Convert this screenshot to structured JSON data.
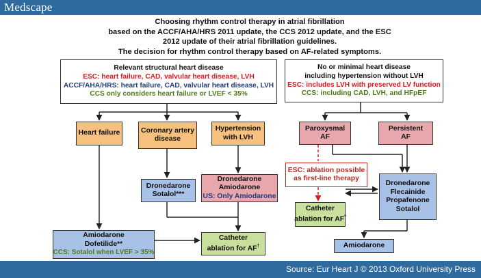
{
  "header": {
    "logo": "Medscape"
  },
  "footer": {
    "source": "Source: Eur Heart J © 2013 Oxford University Press"
  },
  "title": {
    "line1": "Choosing rhythm control therapy in atrial fibrillation",
    "line2": "based on the ACCF/AHA/HRS 2011 update, the CCS 2012 update, and the ESC",
    "line3": "2012 update of their atrial fibrillation guidelines.",
    "line4": "The decision for rhythm control therapy based on AF-related symptoms."
  },
  "left_group": {
    "heading": "Relevant structural heart disease",
    "esc": "ESC:  heart failure, CAD, valvular heart disease, LVH",
    "accf": "ACCF/AHA/HRS:  heart failure, CAD, valvular heart disease, LVH",
    "ccs": "CCS only considers heart failure or LVEF < 35%"
  },
  "right_group": {
    "line1": "No or minimal heart disease",
    "line2": "including hypertension without LVH",
    "esc": "ESC: includes LVH with preserved LV function",
    "ccs": "CCS: including CAD, LVH, and HFpEF"
  },
  "nodes": {
    "heart_failure": "Heart failure",
    "cad_line1": "Coronary artery",
    "cad_line2": "disease",
    "htn_line1": "Hypertension",
    "htn_line2": "with LVH",
    "paroxysmal_line1": "Paroxysmal",
    "paroxysmal_line2": "AF",
    "persistent_line1": "Persistent",
    "persistent_line2": "AF",
    "dron_sot_line1": "Dronedarone",
    "dron_sot_line2": "Sotalol***",
    "dron_amio_line1": "Dronedarone",
    "dron_amio_line2": "Amiodarone",
    "dron_amio_us": "US: Only Amiodarone",
    "esc_ablation_line1": "ESC: ablation possible",
    "esc_ablation_line2": "as first-line therapy",
    "right_drugs_line1": "Dronedarone",
    "right_drugs_line2": "Flecainide",
    "right_drugs_line3": "Propafenone",
    "right_drugs_line4": "Sotalol",
    "cath_right_line1": "Catheter",
    "cath_right_line2": "ablation for AF",
    "cath_right_sup": "*",
    "amio_dof_line1": "Amiodarone",
    "amio_dof_line2": "Dofetilide**",
    "amio_dof_ccs": "CCS: Sotalol when LVEF > 35%",
    "cath_left_line1": "Catheter",
    "cath_left_line2": "ablation for AF",
    "cath_left_sup": "†",
    "amiodarone": "Amiodarone"
  },
  "colors": {
    "brand_bar": "#2f6a9f",
    "orange": "#f6c07e",
    "pink": "#e8a7ad",
    "blue": "#a8c1e6",
    "green": "#c9df9c",
    "red_text": "#cc1f1f",
    "navy_text": "#203e7c",
    "olive_text": "#4f7a16"
  }
}
